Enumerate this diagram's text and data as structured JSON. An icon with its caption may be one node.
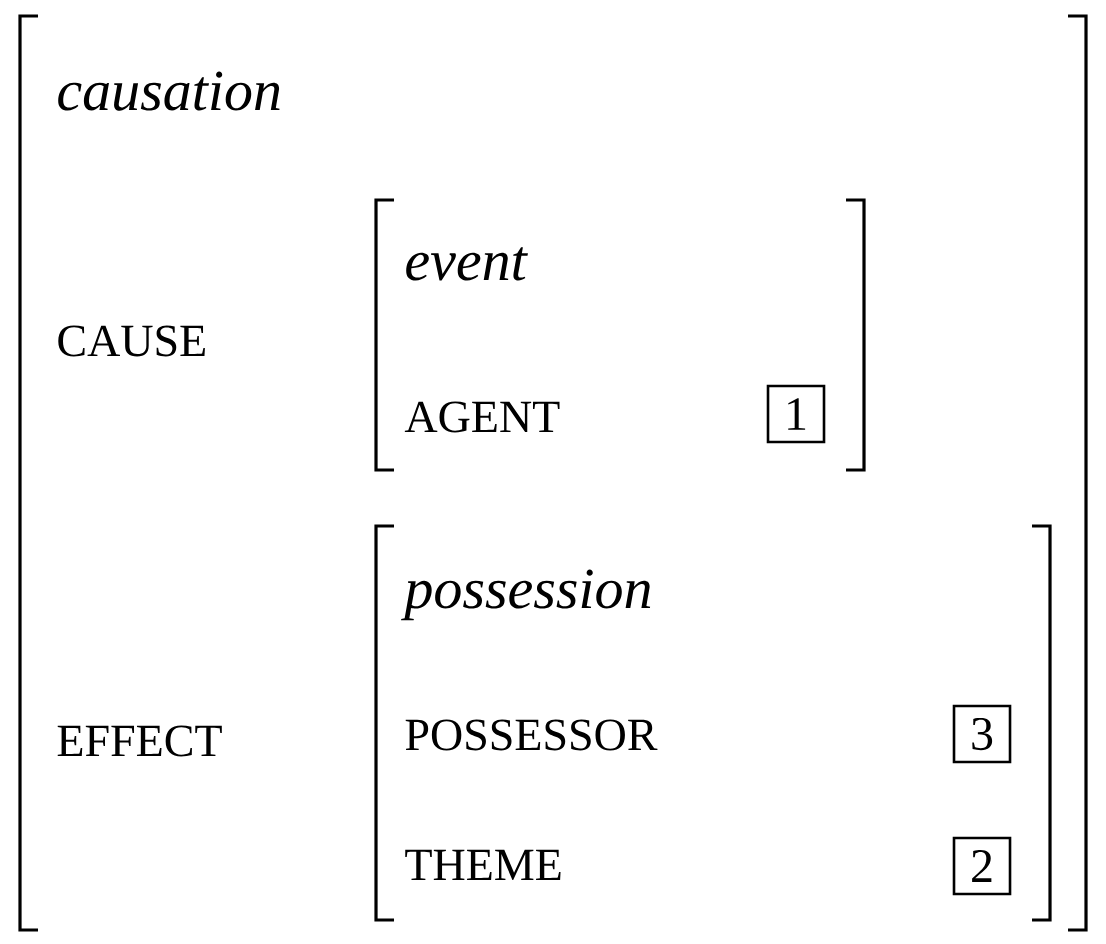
{
  "diagram": {
    "nodes": [
      {
        "text": [
          "causation",
          "CAUSE",
          "EFFECT"
        ]
      },
      {
        "text": [
          "event",
          "AGENT"
        ],
        "in": 0
      },
      {
        "text": [
          "1"
        ],
        "in": 1
      },
      {
        "text": [
          "possession",
          "POSSESSOR",
          "THEME"
        ],
        "in": 0
      },
      {
        "text": [
          "3"
        ],
        "in": 3
      },
      {
        "text": [
          "2"
        ],
        "in": 3
      }
    ]
  }
}
